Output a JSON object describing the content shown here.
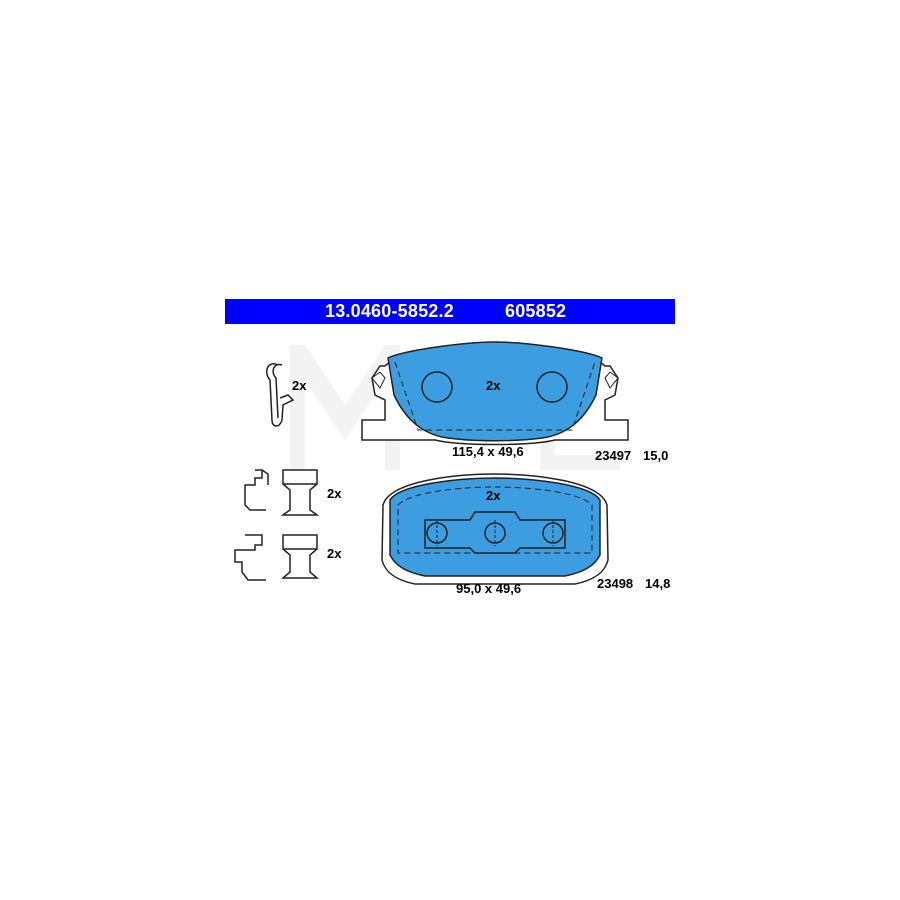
{
  "header": {
    "part_number": "13.0460-5852.2",
    "ref_number": "605852"
  },
  "pads": [
    {
      "qty": "2x",
      "dimensions": "115,4 x 49,6",
      "wva": "23497",
      "thickness": "15,0"
    },
    {
      "qty": "2x",
      "dimensions": "95,0 x 49,6",
      "wva": "23498",
      "thickness": "14,8"
    }
  ],
  "accessories": {
    "spring_qty": "2x",
    "clip_top_qty": "2x",
    "clip_bottom_qty": "2x"
  },
  "colors": {
    "header_bg": "#0000ff",
    "header_text": "#ffffff",
    "pad_fill": "#3c9ee0",
    "outline": "#222222"
  }
}
